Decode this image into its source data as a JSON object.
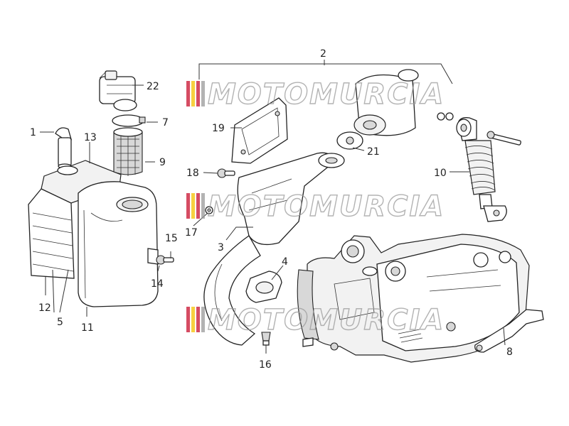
{
  "watermark": {
    "text": "MOTOMURCIA",
    "flag_colors": [
      "#c8102e",
      "#f4c200",
      "#c8102e",
      "#9a9a9a"
    ]
  },
  "callouts": {
    "c1": "1",
    "c2": "2",
    "c3": "3",
    "c4": "4",
    "c5": "5",
    "c7": "7",
    "c8": "8",
    "c9": "9",
    "c10": "10",
    "c11": "11",
    "c12": "12",
    "c13": "13",
    "c14": "14",
    "c15": "15",
    "c16": "16",
    "c17": "17",
    "c18": "18",
    "c19": "19",
    "c21": "21",
    "c22": "22"
  }
}
